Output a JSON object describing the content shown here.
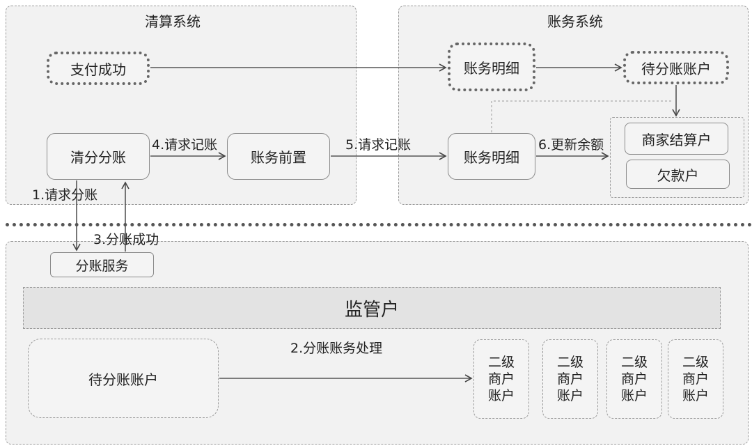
{
  "regions": {
    "clearing": {
      "title": "清算系统"
    },
    "accounting": {
      "title": "账务系统"
    }
  },
  "nodes": {
    "payment_success": "支付成功",
    "clearing_split": "清分分账",
    "accounting_front": "账务前置",
    "acct_detail_top": "账务明细",
    "pending_split_top": "待分账账户",
    "acct_detail_mid": "账务明细",
    "merchant_settlement": "商家结算户",
    "arrears": "欠款户",
    "split_service": "分账服务",
    "supervision": "监管户",
    "pending_split_bottom": "待分账账户",
    "secondary_merchant": "二级\n商户\n账户"
  },
  "labels": {
    "step1": "1.请求分账",
    "step2": "2.分账账务处理",
    "step3": "3.分账成功",
    "step4": "4.请求记账",
    "step5": "5.请求记账",
    "step6": "6.更新余额"
  }
}
